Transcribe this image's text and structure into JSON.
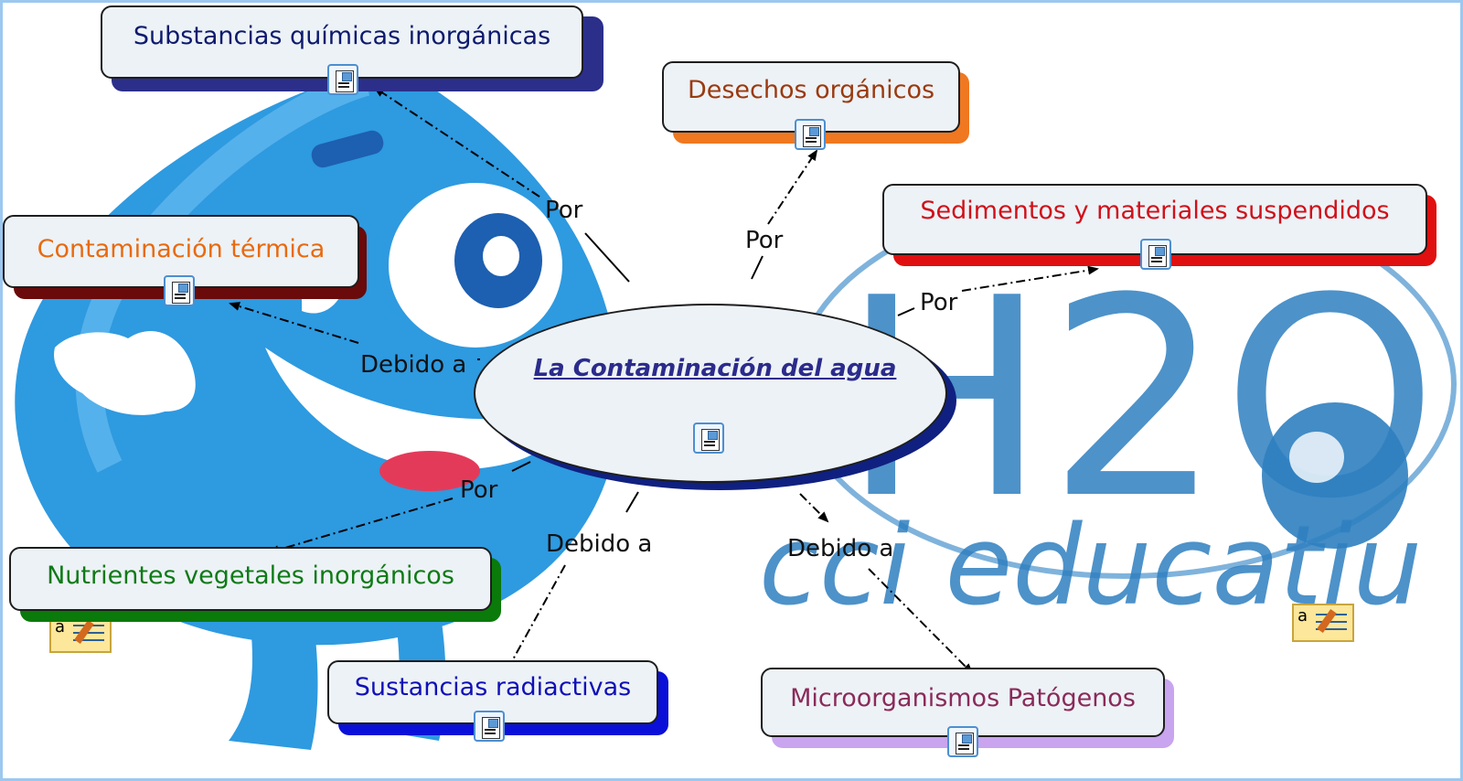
{
  "map": {
    "central": "La Contaminación del agua",
    "watermark": "H2O",
    "watermark_sub": "cci educatiu",
    "concepts": {
      "quimicas": "Substancias químicas inorgánicas",
      "desechos": "Desechos orgánicos",
      "sedimentos": "Sedimentos y materiales suspendidos",
      "termica": "Contaminación térmica",
      "nutrientes": "Nutrientes vegetales inorgánicos",
      "radiactivas": "Sustancias radiactivas",
      "patogenos": "Microorganismos Patógenos"
    },
    "links": {
      "por_quimicas": "Por",
      "por_desechos": "Por",
      "por_sedimentos": "Por",
      "debido_termica": "Debido a",
      "por_nutrientes": "Por",
      "debido_radiactivas": "Debido a",
      "debido_patogenos": "Debido a"
    }
  },
  "colors": {
    "quimicas": "#0d1a6e",
    "desechos": "#9a3a10",
    "sedimentos": "#d0101a",
    "termica": "#e86a10",
    "nutrientes": "#0e7a16",
    "radiactivas": "#1010b8",
    "patogenos": "#8a2a5a",
    "central": "#2b2b8c"
  },
  "icons": [
    "resource-document-icon",
    "note-annotation-icon"
  ]
}
